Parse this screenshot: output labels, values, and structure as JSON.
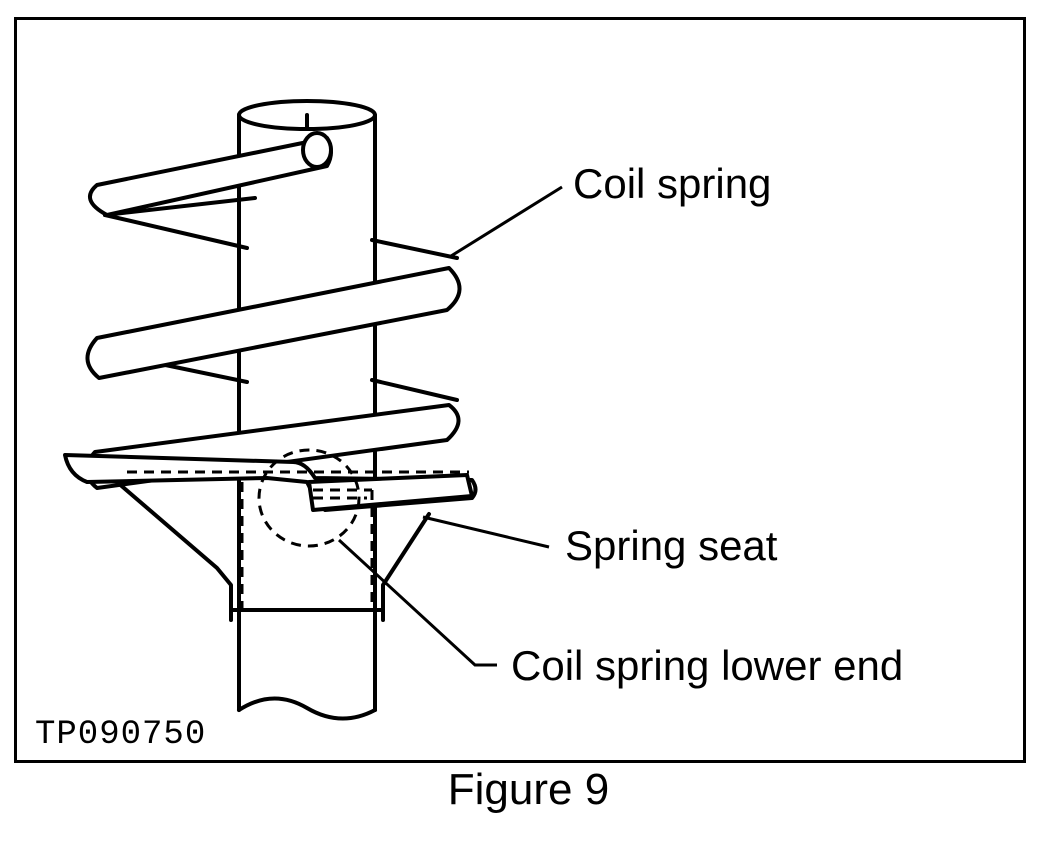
{
  "figure": {
    "labels": {
      "coil_spring": "Coil spring",
      "spring_seat": "Spring seat",
      "coil_spring_lower_end": "Coil spring lower end"
    },
    "reference_code": "TP090750",
    "caption": "Figure 9"
  }
}
